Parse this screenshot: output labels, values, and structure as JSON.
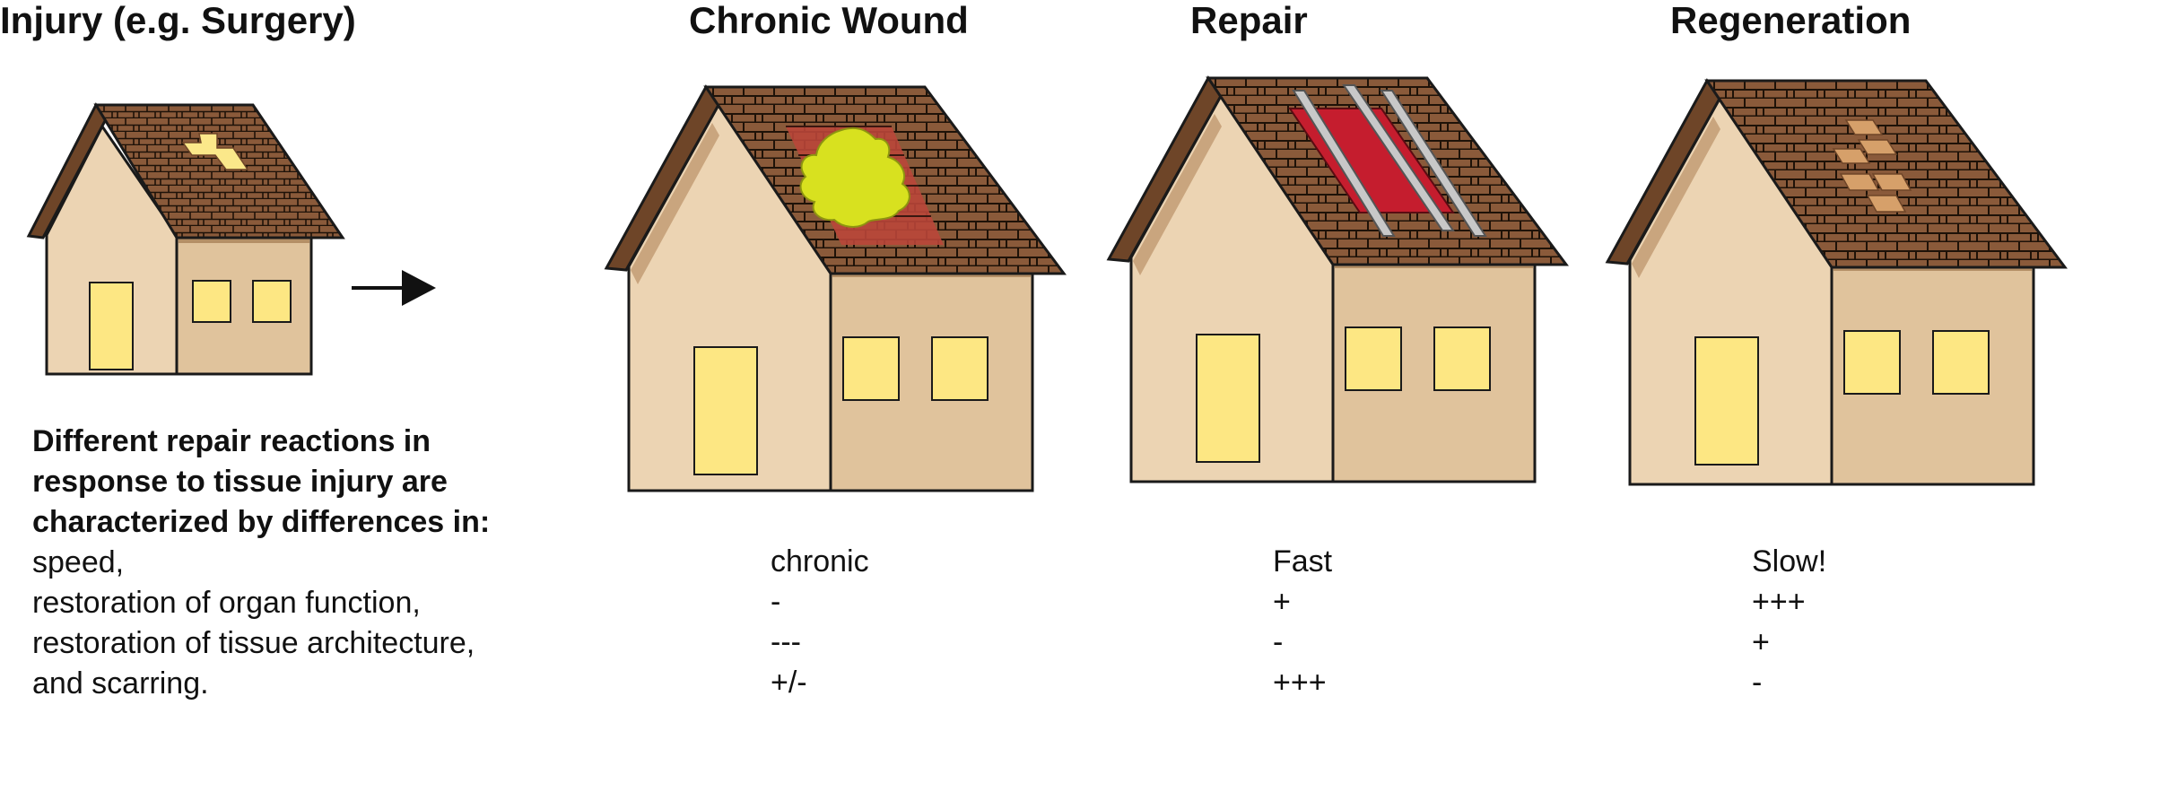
{
  "titles": {
    "injury": "Injury (e.g. Surgery)",
    "chronic": "Chronic Wound",
    "repair": "Repair",
    "regeneration": "Regeneration"
  },
  "description": {
    "bold_lines": [
      "Different repair reactions in",
      "response to tissue injury are",
      "characterized by differences in:"
    ],
    "criteria": [
      "speed,",
      "restoration of organ function,",
      "restoration of tissue architecture,",
      "and scarring."
    ]
  },
  "columns": {
    "chronic": [
      "chronic",
      "-",
      "---",
      "+/-"
    ],
    "repair": [
      "Fast",
      "+",
      "-",
      "+++"
    ],
    "regeneration": [
      "Slow!",
      "+++",
      "+",
      "-"
    ]
  },
  "colors": {
    "wall_front": "#ecd4b3",
    "wall_side": "#e0c39c",
    "roof": "#8a5a3a",
    "roof_dark": "#6e4528",
    "window": "#fde783",
    "hole": "#fbe88a",
    "inflamed": "#b9463a",
    "blob": "#d8e11f",
    "patch": "#c51d2e",
    "rail": "#bdbdbd",
    "regen_tile": "#d6a06a"
  },
  "icons": [
    "house-icon",
    "arrow-right-icon",
    "roof-hole-icon",
    "wound-blob-icon",
    "red-patch-icon",
    "metal-bar-icon",
    "regenerated-tiles-icon"
  ]
}
